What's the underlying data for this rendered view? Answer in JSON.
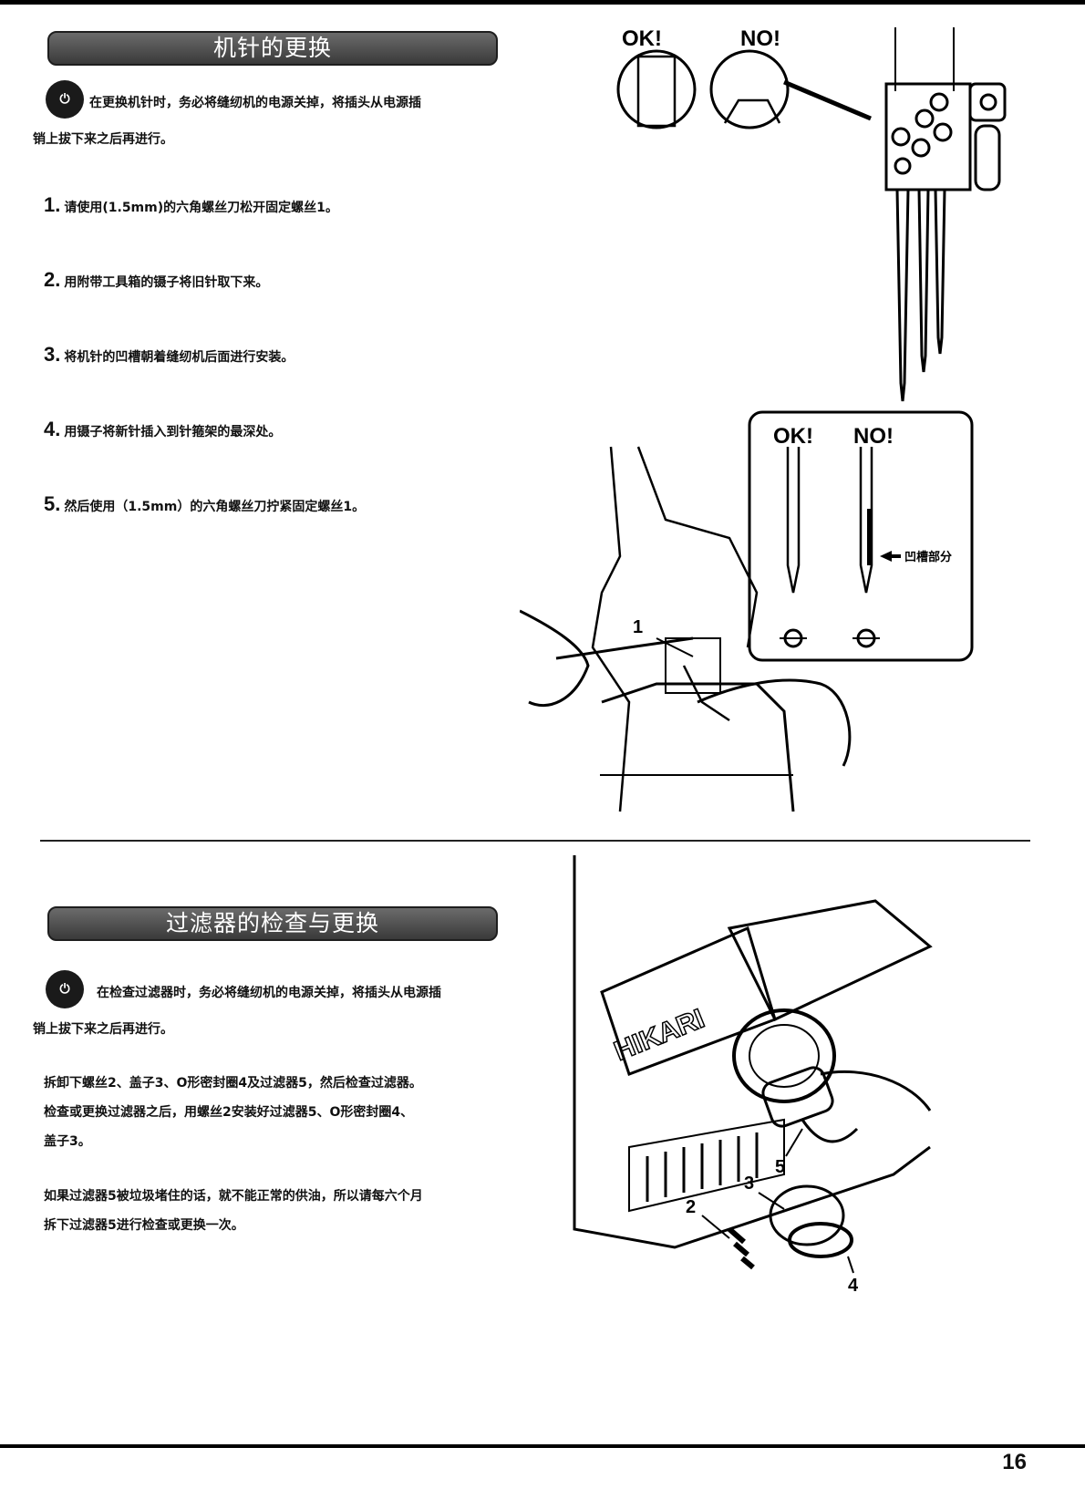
{
  "section1": {
    "title": "机针的更换",
    "warning_line1": "在更换机针时，务必将缝纫机的电源关掉，将插头从电源插",
    "warning_line2": "销上拔下来之后再进行。",
    "steps": [
      {
        "num": "1.",
        "text": "请使用(1.5mm)的六角螺丝刀松开固定螺丝1。"
      },
      {
        "num": "2.",
        "text": "用附带工具箱的镊子将旧针取下来。"
      },
      {
        "num": "3.",
        "text": "将机针的凹槽朝着缝纫机后面进行安装。"
      },
      {
        "num": "4.",
        "text": "用镊子将新针插入到针箍架的最深处。"
      },
      {
        "num": "5.",
        "text": "然后使用（1.5mm）的六角螺丝刀拧紧固定螺丝1。"
      }
    ]
  },
  "figure1": {
    "ok_label": "OK!",
    "no_label": "NO!",
    "groove_label": "凹槽部分",
    "callout_1": "1"
  },
  "section2": {
    "title": "过滤器的检查与更换",
    "warning_line1": "在检查过滤器时，务必将缝纫机的电源关掉，将插头从电源插",
    "warning_line2": "销上拔下来之后再进行。",
    "para1_line1": "拆卸下螺丝2、盖子3、O形密封圈4及过滤器5，然后检查过滤器。",
    "para1_line2": "检查或更换过滤器之后，用螺丝2安装好过滤器5、O形密封圈4、",
    "para1_line3": "盖子3。",
    "para2_line1": "如果过滤器5被垃圾堵住的话，就不能正常的供油，所以请每六个月",
    "para2_line2": "拆下过滤器5进行检查或更换一次。"
  },
  "figure2": {
    "brand": "HIKARI",
    "callouts": [
      "2",
      "3",
      "4",
      "5"
    ]
  },
  "page_number": "16"
}
